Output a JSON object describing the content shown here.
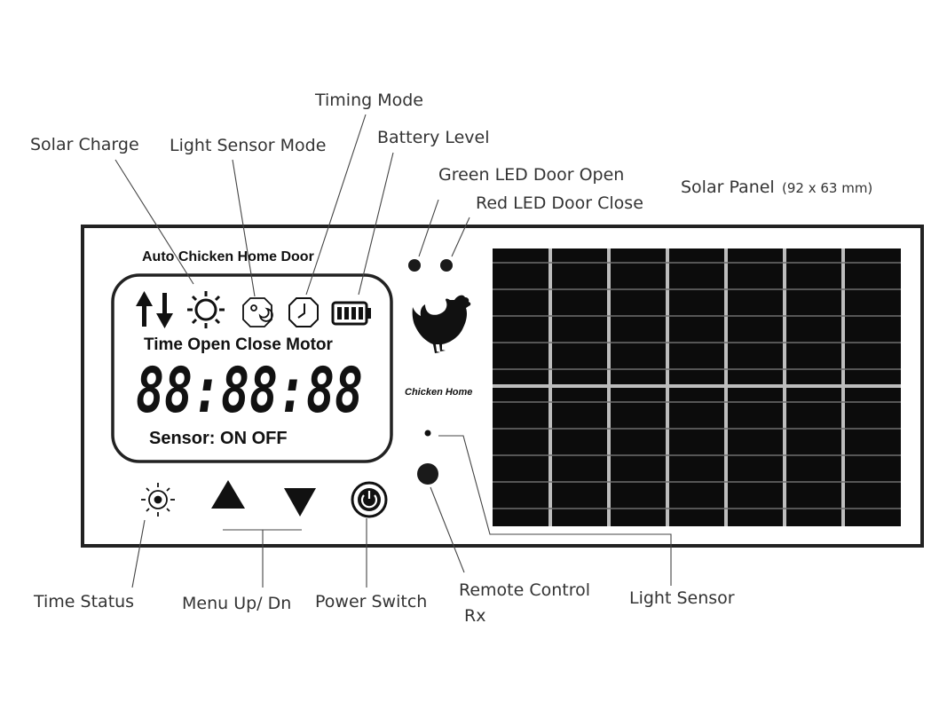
{
  "device": {
    "title": "Auto Chicken Home Door",
    "display_labels": "Time Open Close Motor",
    "digits": "88:88:88",
    "sensor_line": "Sensor: ON OFF",
    "brand": "Chicken Home"
  },
  "callouts": {
    "solar_charge": "Solar Charge",
    "light_sensor_mode": "Light Sensor Mode",
    "timing_mode": "Timing Mode",
    "battery_level": "Battery Level",
    "green_led": "Green LED Door Open",
    "red_led": "Red LED Door Close",
    "solar_panel": "Solar Panel",
    "solar_panel_size": "(92 x 63 mm)",
    "time_status": "Time Status",
    "menu": "Menu Up/ Dn",
    "power": "Power Switch",
    "remote_line1": "Remote Control",
    "remote_line2": "Rx",
    "light_sensor": "Light Sensor"
  },
  "icons": [
    "up-down-arrows-icon",
    "sun-icon",
    "sun-moon-icon",
    "clock-icon",
    "battery-icon",
    "time-status-icon",
    "up-triangle-icon",
    "down-triangle-icon",
    "power-icon",
    "chicken-icon"
  ],
  "colors": {
    "outline": "#222222",
    "panel": "#0c0c0c",
    "grid": "#9a9a9a",
    "text": "#333333"
  }
}
